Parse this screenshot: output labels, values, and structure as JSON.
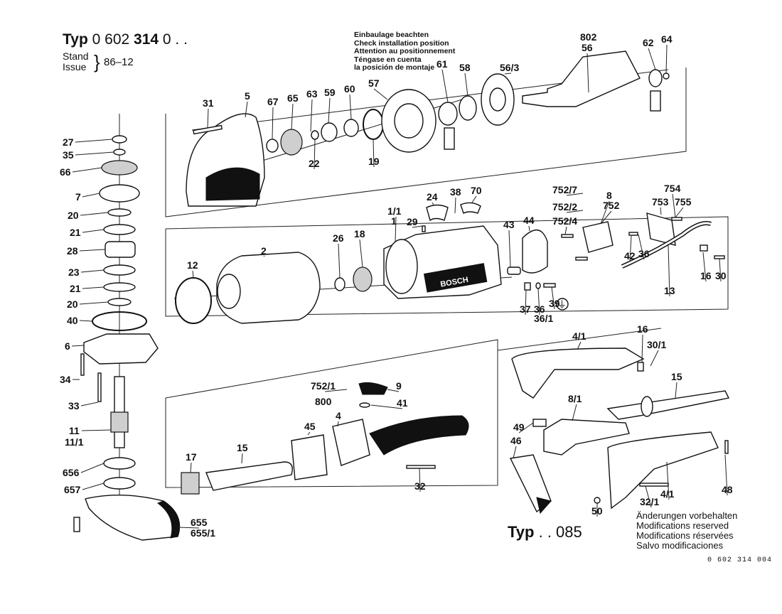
{
  "header": {
    "typ_prefix": "Typ",
    "typ_number_a": "0 602",
    "typ_number_b": "314",
    "typ_suffix": "0 . .",
    "stand_label": "Stand",
    "issue_label": "Issue",
    "issue_value": "86–12"
  },
  "installation_note": [
    "Einbaulage beachten",
    "Check installation position",
    "Attention au positionnement",
    "Téngase en cuenta",
    "la posición de montaje"
  ],
  "footer": {
    "typ_variant_prefix": "Typ",
    "typ_variant_value": ". . 085",
    "modifications": [
      "Änderungen vorbehalten",
      "Modifications reserved",
      "Modifications réservées",
      "Salvo modificaciones"
    ],
    "document_number": "0 602 314 004"
  },
  "ground_symbol": "⏚",
  "callouts": {
    "left_column": [
      "27",
      "35",
      "66",
      "7",
      "20",
      "21",
      "28",
      "23",
      "21",
      "20",
      "40",
      "6",
      "34",
      "33",
      "11",
      "11/1",
      "656",
      "657",
      "655",
      "655/1"
    ],
    "gear_head": [
      "31",
      "5",
      "67",
      "65",
      "63",
      "59",
      "60",
      "57",
      "22",
      "19",
      "61",
      "58",
      "802",
      "56",
      "56/3",
      "62",
      "64"
    ],
    "motor": [
      "12",
      "2",
      "26",
      "18",
      "1/1",
      "1",
      "29",
      "24",
      "38",
      "70",
      "43",
      "44",
      "37",
      "36",
      "36/1",
      "39"
    ],
    "switch": [
      "752/7",
      "752/2",
      "752/4",
      "8",
      "752",
      "754",
      "753",
      "755",
      "42",
      "36",
      "16",
      "30",
      "13"
    ],
    "aux_handle": [
      "17",
      "15",
      "45",
      "800",
      "4",
      "752/1",
      "9",
      "41",
      "32"
    ],
    "typ_085": [
      "4/1",
      "16",
      "30/1",
      "15",
      "8/1",
      "49",
      "46",
      "50",
      "32/1",
      "4/1",
      "48"
    ]
  }
}
